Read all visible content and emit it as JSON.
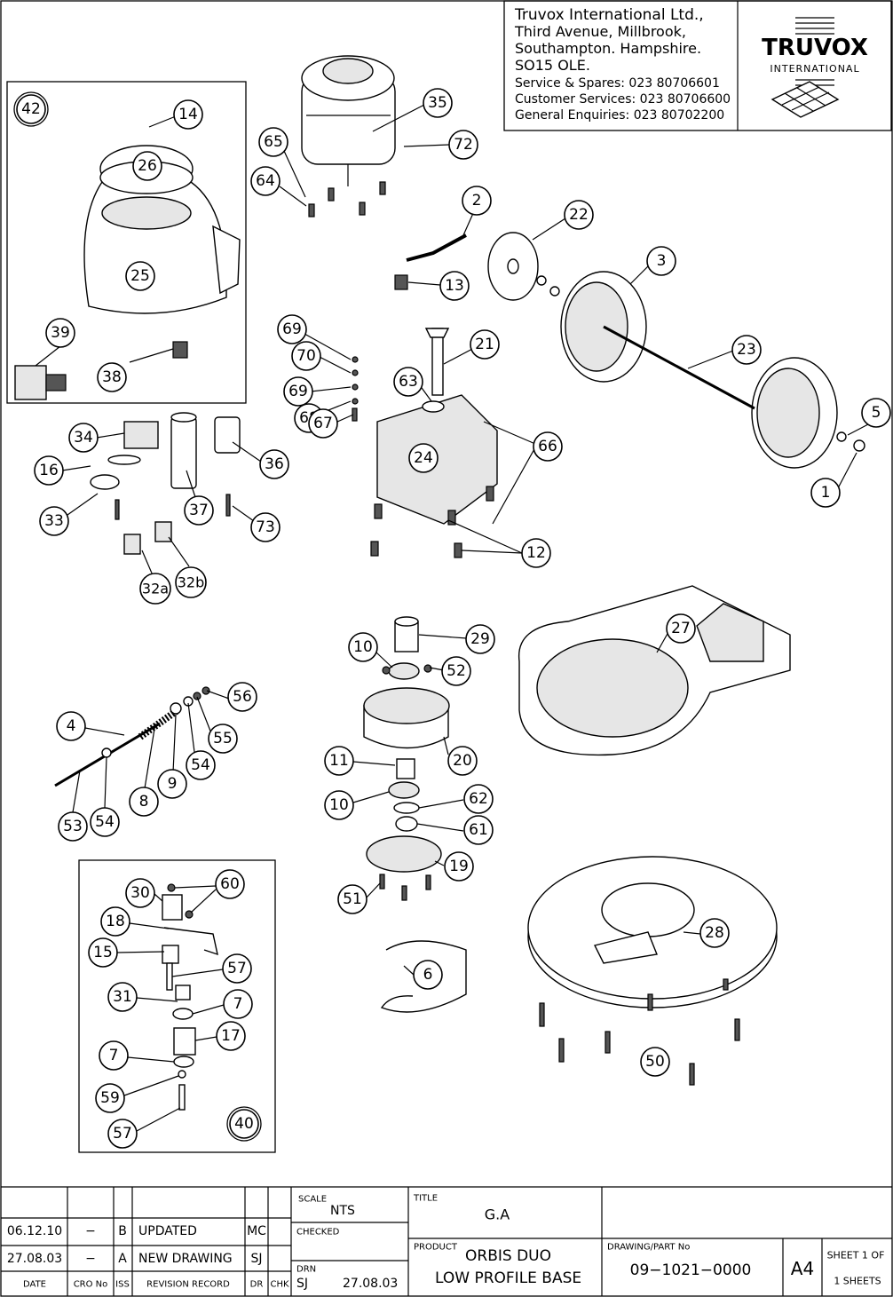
{
  "company": {
    "name": "Truvox International Ltd.,",
    "address": [
      "Third Avenue, Millbrook,",
      "Southampton. Hampshire.",
      "SO15 OLE."
    ],
    "contacts": [
      "Service & Spares:  023  80706601",
      "Customer Services:  023  80706600",
      "General Enquiries:  023  80702200"
    ],
    "logo_word": "TRUVOX",
    "logo_sub": "INTERNATIONAL"
  },
  "callouts": [
    "42",
    "14",
    "26",
    "25",
    "39",
    "38",
    "35",
    "65",
    "72",
    "64",
    "2",
    "22",
    "13",
    "3",
    "23",
    "5",
    "1",
    "69",
    "70",
    "69",
    "68",
    "67",
    "21",
    "63",
    "24",
    "66",
    "12",
    "34",
    "16",
    "33",
    "36",
    "37",
    "73",
    "32a",
    "32b",
    "29",
    "10",
    "52",
    "27",
    "56",
    "55",
    "54",
    "9",
    "8",
    "4",
    "53",
    "54",
    "20",
    "11",
    "10",
    "62",
    "61",
    "19",
    "51",
    "30",
    "60",
    "18",
    "15",
    "57",
    "31",
    "7",
    "17",
    "7",
    "59",
    "57",
    "40",
    "6",
    "28",
    "50"
  ],
  "title_block": {
    "scale_label": "SCALE",
    "scale_value": "NTS",
    "title_label": "TITLE",
    "title_value": "G.A",
    "checked_label": "CHECKED",
    "product_label": "PRODUCT",
    "product_line1": "ORBIS  DUO",
    "product_line2": "LOW  PROFILE  BASE",
    "drawing_label": "DRAWING/PART No",
    "drawing_value": "09−1021−0000",
    "size": "A4",
    "sheet_label": "SHEET 1 OF",
    "sheet_value": "1  SHEETS",
    "drn_label": "DRN",
    "drn_value": "SJ",
    "drn_date": "27.08.03",
    "revisions": [
      {
        "date": "06.12.10",
        "cro": "−",
        "iss": "B",
        "record": "UPDATED",
        "dr": "MC"
      },
      {
        "date": "27.08.03",
        "cro": "−",
        "iss": "A",
        "record": "NEW  DRAWING",
        "dr": "SJ"
      }
    ],
    "headers": {
      "date": "DATE",
      "cro": "CRO  No",
      "iss": "ISS",
      "record": "REVISION  RECORD",
      "dr": "DR",
      "chk": "CHK"
    }
  }
}
